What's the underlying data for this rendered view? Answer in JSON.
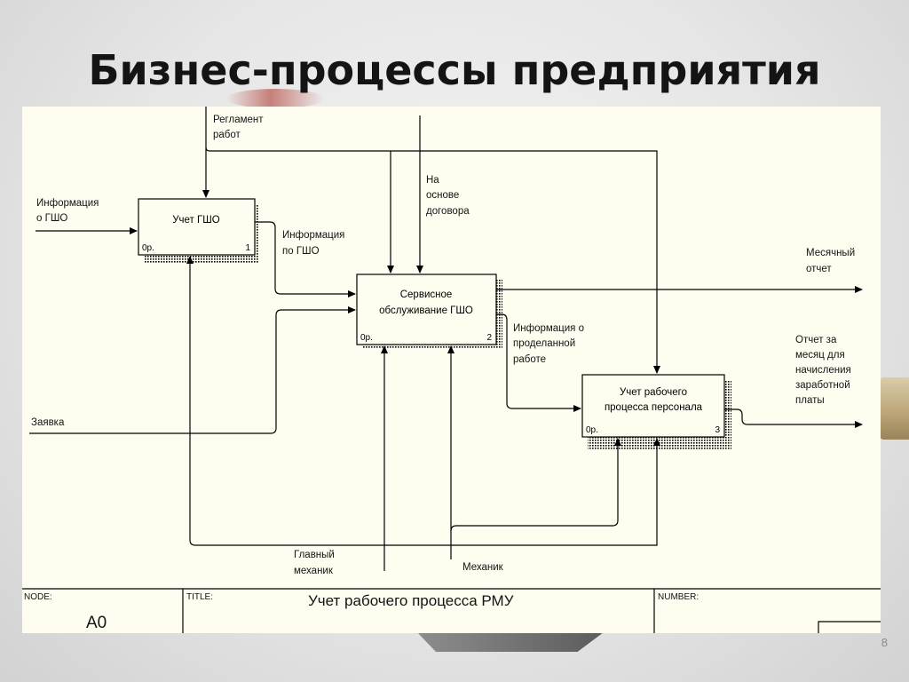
{
  "slide": {
    "title": "Бизнес-процессы предприятия",
    "page_number": "8"
  },
  "diagram": {
    "boxes": [
      {
        "id": "box1",
        "label_lines": [
          "Учет ГШО"
        ],
        "node": "0р.",
        "number": "1"
      },
      {
        "id": "box2",
        "label_lines": [
          "Сервисное",
          "обслуживание ГШО"
        ],
        "node": "0р.",
        "number": "2"
      },
      {
        "id": "box3",
        "label_lines": [
          "Учет рабочего",
          "процесса персонала"
        ],
        "node": "0р.",
        "number": "3"
      }
    ],
    "arrow_labels": {
      "reglament": [
        "Регламент",
        "работ"
      ],
      "dogovor": [
        "На",
        "основе",
        "договора"
      ],
      "info_in": [
        "Информация",
        "о ГШО"
      ],
      "info_out": [
        "Информация",
        "по ГШО"
      ],
      "monthly": [
        "Месячный",
        "отчет"
      ],
      "work_info": [
        "Информация о",
        "проделанной",
        "работе"
      ],
      "salary_report": [
        "Отчет за",
        "месяц для",
        "начисления",
        "заработной",
        "платы"
      ],
      "request": [
        "Заявка"
      ],
      "chief_mechanic": [
        "Главный",
        "механик"
      ],
      "mechanic": [
        "Механик"
      ]
    },
    "frame": {
      "node_label": "NODE:",
      "node_value": "A0",
      "title_label": "TITLE:",
      "title_value": "Учет рабочего процесса РМУ",
      "number_label": "NUMBER:"
    }
  },
  "colors": {
    "background": "#e6e6e6",
    "panel": "#fefdf0",
    "line": "#000000",
    "text": "#141414"
  }
}
